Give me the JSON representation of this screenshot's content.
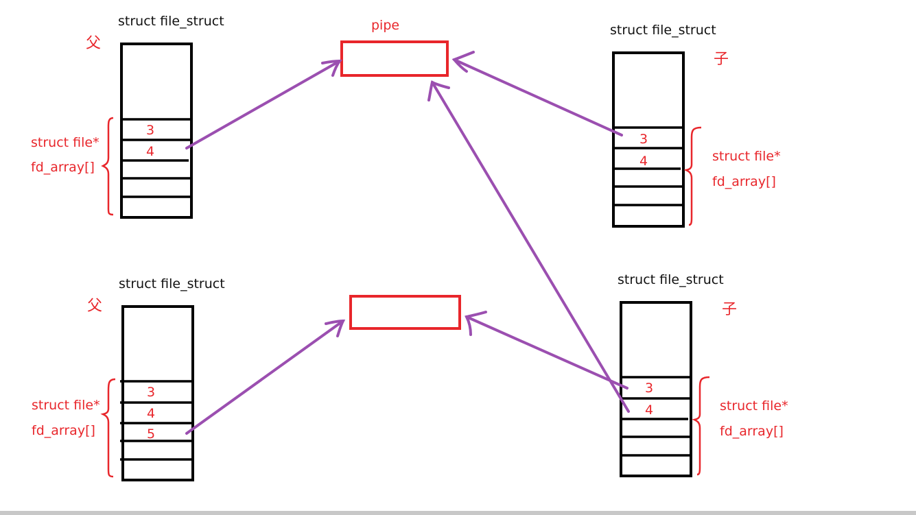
{
  "colors": {
    "red": "#e8262b",
    "purple": "#9b4fb0",
    "black": "#111111"
  },
  "pipe_label": "pipe",
  "panels": {
    "top_parent": {
      "title": "struct file_struct",
      "role": "父",
      "slots": [
        "3",
        "4"
      ],
      "field_type": "struct file*",
      "field_name": "fd_array[]"
    },
    "top_child": {
      "title": "struct file_struct",
      "role": "子",
      "slots": [
        "3",
        "4"
      ],
      "field_type": "struct file*",
      "field_name": "fd_array[]"
    },
    "bottom_parent": {
      "title": "struct file_struct",
      "role": "父",
      "slots": [
        "3",
        "4",
        "5"
      ],
      "field_type": "struct file*",
      "field_name": "fd_array[]"
    },
    "bottom_child": {
      "title": "struct file_struct",
      "role": "子",
      "slots": [
        "3",
        "4"
      ],
      "field_type": "struct file*",
      "field_name": "fd_array[]"
    }
  }
}
